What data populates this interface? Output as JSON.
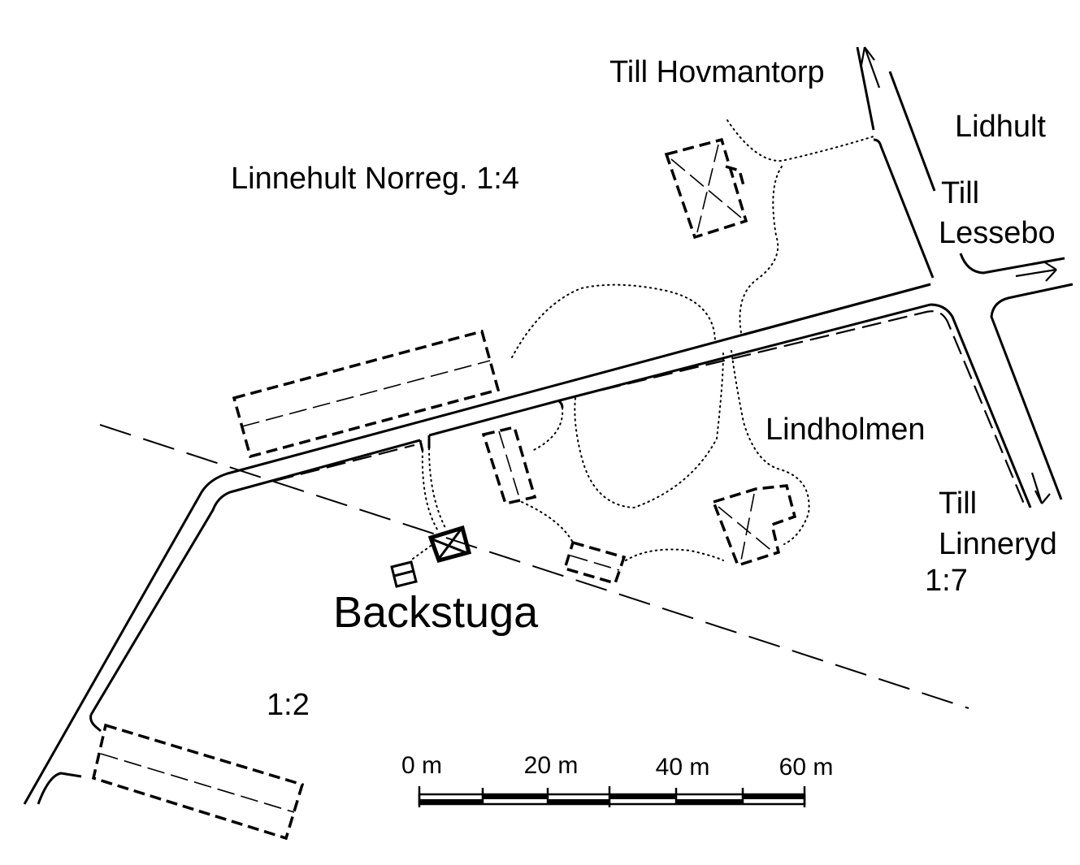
{
  "labels": {
    "till_hovmantorp": "Till Hovmantorp",
    "lidhult": "Lidhult",
    "linnehult": "Linnehult Norreg. 1:4",
    "till_lessebo_1": "Till",
    "till_lessebo_2": "Lessebo",
    "lindholmen": "Lindholmen",
    "till_linneryd_1": "Till",
    "till_linneryd_2": "Linneryd",
    "parcel_1_7": "1:7",
    "backstuga": "Backstuga",
    "parcel_1_2": "1:2"
  },
  "scale_bar": {
    "ticks": [
      "0 m",
      "20 m",
      "40 m",
      "60 m"
    ]
  },
  "colors": {
    "ink": "#000000",
    "paper": "#ffffff"
  }
}
